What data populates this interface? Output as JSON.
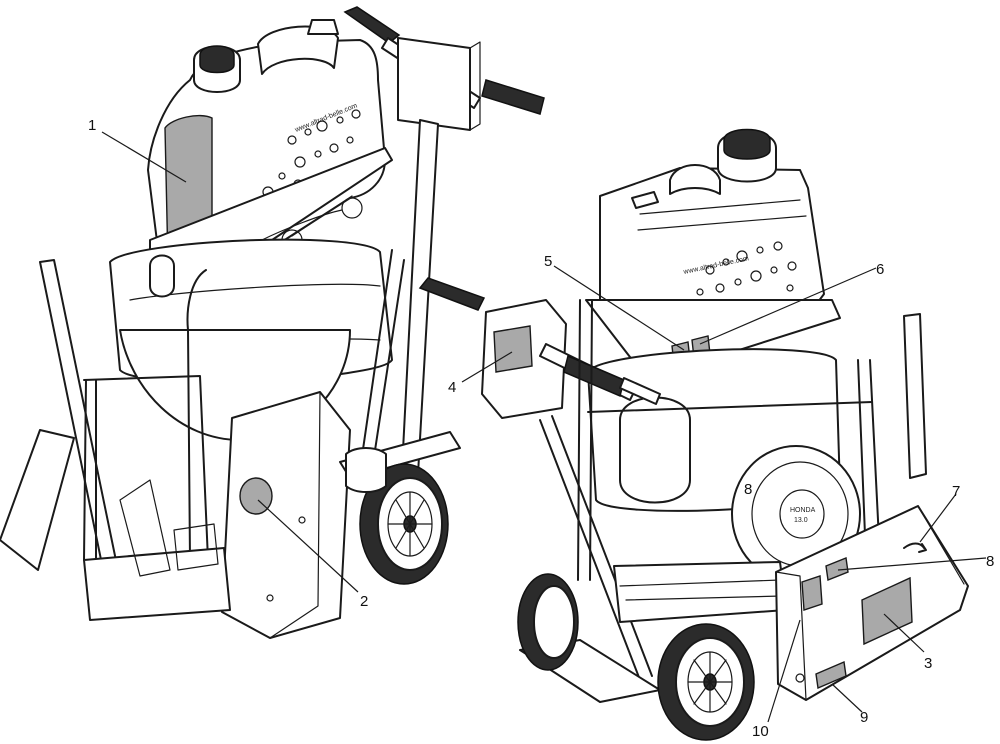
{
  "callouts": [
    {
      "id": "1",
      "text": "1"
    },
    {
      "id": "2",
      "text": "2"
    },
    {
      "id": "3",
      "text": "3"
    },
    {
      "id": "4",
      "text": "4"
    },
    {
      "id": "5",
      "text": "5"
    },
    {
      "id": "6",
      "text": "6"
    },
    {
      "id": "7",
      "text": "7"
    },
    {
      "id": "8a",
      "text": "8"
    },
    {
      "id": "8b",
      "text": "8"
    },
    {
      "id": "9",
      "text": "9"
    },
    {
      "id": "10",
      "text": "10"
    }
  ],
  "engine_badge": {
    "line1": "HONDA",
    "line2": "13.0"
  },
  "tank_brand": "www.altrad-belle.com",
  "colors": {
    "line": "#1a1a1a",
    "label_patch": "#a9a9a9",
    "background": "#ffffff"
  }
}
